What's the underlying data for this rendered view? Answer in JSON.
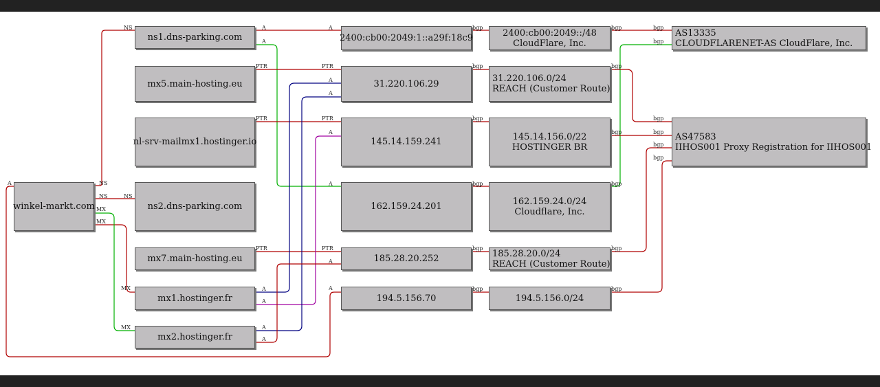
{
  "nodes": {
    "winkel": "winkel-markt.com",
    "ns1": "ns1.dns-parking.com",
    "mx5": "mx5.main-hosting.eu",
    "nlsrv": "nl-srv-mailmx1.hostinger.io",
    "ns2": "ns2.dns-parking.com",
    "mx7": "mx7.main-hosting.eu",
    "mx1": "mx1.hostinger.fr",
    "mx2": "mx2.hostinger.fr",
    "ip6": "2400:cb00:2049:1::a29f:18c9",
    "ip31": "31.220.106.29",
    "ip145": "145.14.159.241",
    "ip162": "162.159.24.201",
    "ip185": "185.28.20.252",
    "ip194": "194.5.156.70",
    "pfx6": [
      "2400:cb00:2049::/48",
      "CloudFlare, Inc."
    ],
    "pfx31": [
      "31.220.106.0/24",
      "REACH (Customer Route)"
    ],
    "pfx145": [
      "145.14.156.0/22",
      "HOSTINGER BR"
    ],
    "pfx162": [
      "162.159.24.0/24",
      "Cloudflare, Inc."
    ],
    "pfx185": [
      "185.28.20.0/24",
      "REACH (Customer Route)"
    ],
    "pfx194": "194.5.156.0/24",
    "as13335": [
      "AS13335",
      "CLOUDFLARENET-AS CloudFlare, Inc."
    ],
    "as47583": [
      "AS47583",
      "IIHOS001 Proxy Registration for IIHOS001"
    ]
  },
  "edge_labels": {
    "ns": "NS",
    "mx": "MX",
    "a": "A",
    "ptr": "PTR",
    "bgp": "bgp"
  },
  "edge_colors": {
    "red": "#b00000",
    "green": "#00b000",
    "blue": "#000080",
    "magenta": "#a000a0"
  }
}
